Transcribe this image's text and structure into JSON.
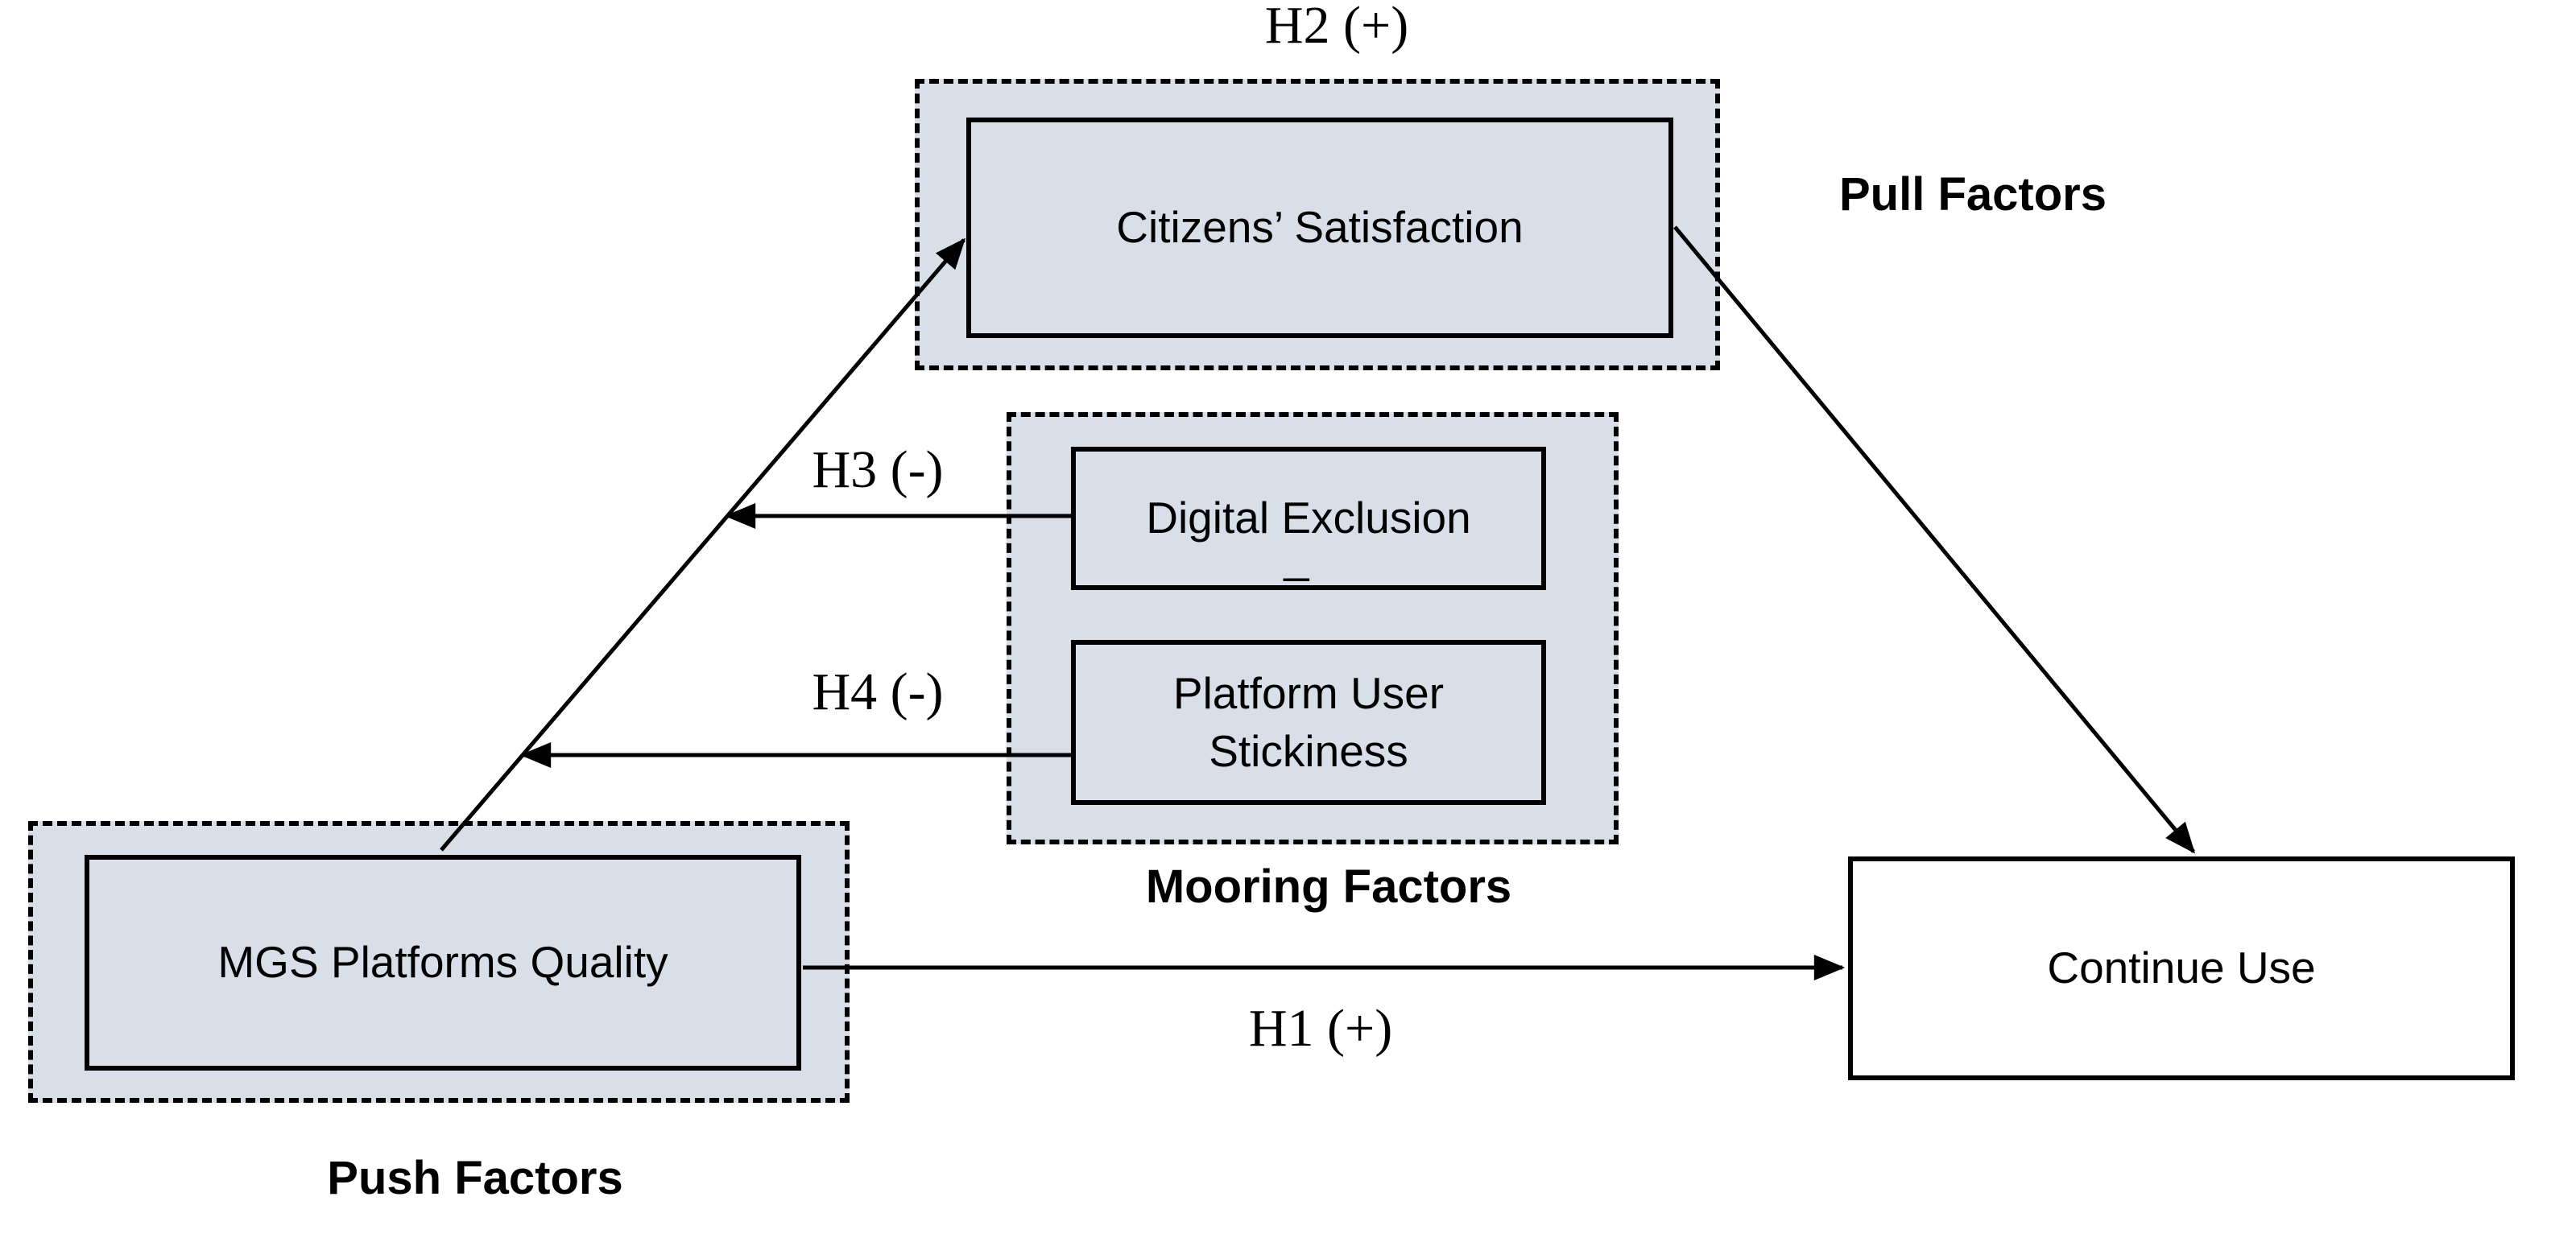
{
  "diagram": {
    "title_hint": "Push-Pull-Mooring research model",
    "groups": {
      "pull": {
        "label": "Pull Factors"
      },
      "mooring": {
        "label": "Mooring Factors"
      },
      "push": {
        "label": "Push Factors"
      }
    },
    "nodes": {
      "citizens_satisfaction": {
        "label": "Citizens’ Satisfaction",
        "group": "pull"
      },
      "digital_exclusion": {
        "label": "Digital Exclusion",
        "note": "_",
        "group": "mooring"
      },
      "platform_user_stickiness": {
        "label": "Platform User Stickiness",
        "group": "mooring"
      },
      "mgs_platforms_quality": {
        "label": "MGS Platforms Quality",
        "group": "push"
      },
      "continue_use": {
        "label": "Continue Use",
        "group": "none"
      }
    },
    "edges": {
      "h1": {
        "label": "H1 (+)",
        "sign": "+",
        "from": "mgs_platforms_quality",
        "to": "continue_use"
      },
      "h2": {
        "label": "H2 (+)",
        "sign": "+",
        "from": "mgs_platforms_quality",
        "via": "citizens_satisfaction",
        "to": "continue_use"
      },
      "h3": {
        "label": "H3 (-)",
        "sign": "-",
        "from": "digital_exclusion",
        "to": "path_mgs_to_satisfaction"
      },
      "h4": {
        "label": "H4 (-)",
        "sign": "-",
        "from": "platform_user_stickiness",
        "to": "path_mgs_to_satisfaction"
      }
    },
    "colors": {
      "box_fill": "#d8dfe8",
      "plain_box_fill": "#ffffff",
      "line": "#000000",
      "text": "#000000"
    }
  }
}
